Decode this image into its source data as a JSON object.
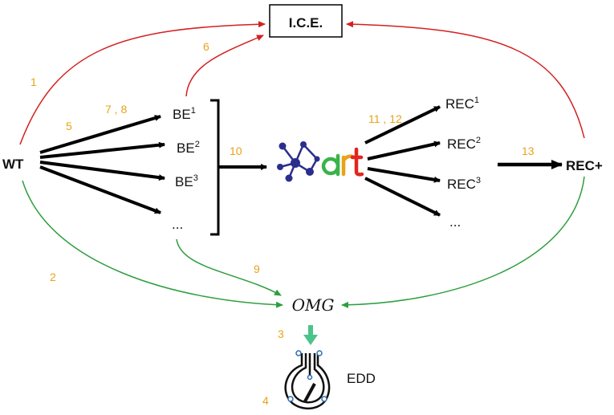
{
  "nodes": {
    "ice": "I.C.E.",
    "wt": "WT",
    "be_prefix": "BE",
    "be_sups": [
      "1",
      "2",
      "3"
    ],
    "be_more": "...",
    "art": "art",
    "rec_prefix": "REC",
    "rec_sups": [
      "1",
      "2",
      "3"
    ],
    "rec_more": "...",
    "rec_plus": "REC+",
    "omg": "OMG",
    "edd": "EDD"
  },
  "step_numbers": {
    "s1": "1",
    "s2": "2",
    "s3": "3",
    "s4": "4",
    "s5": "5",
    "s6": "6",
    "s7_8": "7 , 8",
    "s9": "9",
    "s10": "10",
    "s11_12": "11 , 12",
    "s13": "13"
  },
  "colors": {
    "red_arrow": "#d42020",
    "green_arrow": "#2e9e3e",
    "black_arrow": "#000000",
    "step_number": "#e8a317",
    "edd_arrow": "#4cc38a",
    "art_hub": "#2b2e8c",
    "art_letters": [
      "#3ab34a",
      "#e8a317",
      "#e2261d"
    ]
  }
}
